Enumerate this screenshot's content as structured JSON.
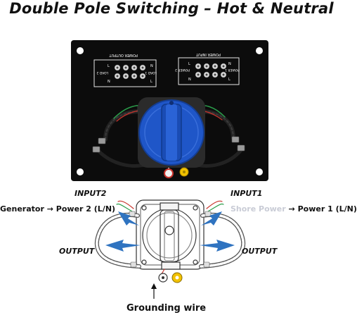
{
  "title": "Double Pole Switching – Hot & Neutral",
  "panel": {
    "output_block": {
      "heading": "POWER OUTPUT",
      "left_label": "LOAD 2",
      "right_label": "LOAD 1",
      "terminals": [
        "L",
        "N",
        "N",
        "L"
      ]
    },
    "input_block": {
      "heading": "POWER INPUT",
      "left_label": "POWER 2",
      "right_label": "POWER 1",
      "terminals": [
        "L",
        "N",
        "N",
        "L"
      ]
    }
  },
  "diagram": {
    "input2": "INPUT2",
    "input1": "INPUT1",
    "generator_label": "Generator",
    "power2_label": "Power 2 (L/N)",
    "shore_label": "Shore Power",
    "power1_label": "Power 1 (L/N)",
    "output_left": "OUTPUT",
    "output_right": "OUTPUT",
    "ground_label": "Grounding wire",
    "arrow_glyph": "→"
  },
  "colors": {
    "panel": "#0c0c0c",
    "knob_blue": "#1f56c8",
    "arrow_blue": "#2f73c0",
    "ground_yellow": "#f2c200",
    "shore_ghost": "#c9ccd6"
  }
}
